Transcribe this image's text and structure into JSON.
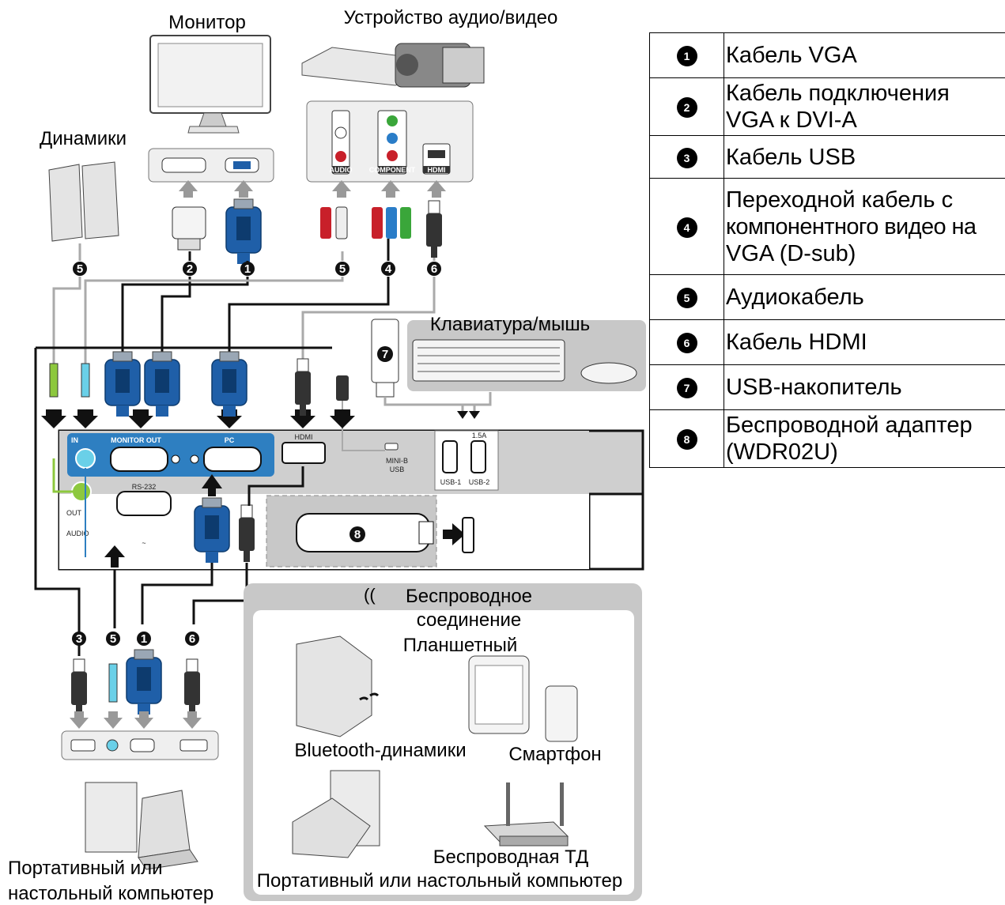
{
  "devices": {
    "monitor": "Монитор",
    "av_device": "Устройство аудио/видео",
    "speakers": "Динамики",
    "keyboard_mouse": "Клавиатура/мышь",
    "laptop_desktop_line1": "Портативный или",
    "laptop_desktop_line2": "настольный компьютер"
  },
  "projector_ports": {
    "in": "IN",
    "monitor_out": "MONITOR OUT",
    "pc": "PC",
    "hdmi": "HDMI",
    "rs232": "RS-232",
    "out": "OUT",
    "audio": "AUDIO",
    "mini_b_usb_1": "MINI-B",
    "mini_b_usb_2": "USB",
    "usb1": "USB-1",
    "usb2": "USB-2",
    "power_rating": "1.5A",
    "tilde": "~"
  },
  "av_ports": {
    "audio": "AUDIO",
    "component": "COMPONENT",
    "hdmi": "HDMI"
  },
  "cable_numbers": {
    "speakers": "5",
    "dvi": "2",
    "vga_monitor": "1",
    "av_audio": "5",
    "component": "4",
    "av_hdmi": "6",
    "usb_stick": "7",
    "wireless_adapter": "8",
    "pc_usb": "3",
    "pc_audio": "5",
    "pc_vga": "1",
    "pc_hdmi": "6"
  },
  "wireless": {
    "title_line1": "Беспроводное",
    "title_line2": "соединение",
    "tablet": "Планшетный",
    "bt_speakers": "Bluetooth-динамики",
    "smartphone": "Смартфон",
    "access_point": "Беспроводная ТД",
    "laptop_desktop": "Портативный или настольный компьютер"
  },
  "legend": [
    {
      "num": "1",
      "lines": [
        "Кабель VGA"
      ]
    },
    {
      "num": "2",
      "lines": [
        "Кабель подключения",
        "VGA к DVI-A"
      ]
    },
    {
      "num": "3",
      "lines": [
        "Кабель USB"
      ]
    },
    {
      "num": "4",
      "lines": [
        "Переходной кабель с",
        "компонентного видео на",
        "VGA (D-sub)"
      ]
    },
    {
      "num": "5",
      "lines": [
        "Аудиокабель"
      ]
    },
    {
      "num": "6",
      "lines": [
        "Кабель HDMI"
      ]
    },
    {
      "num": "7",
      "lines": [
        "USB-накопитель"
      ]
    },
    {
      "num": "8",
      "lines": [
        "Беспроводной адаптер",
        "(WDR02U)"
      ]
    }
  ],
  "colors": {
    "port_panel_blue": "#2e7fc1",
    "vga_blue": "#1f5fa8",
    "panel_gray": "#c8c8c8",
    "cable_black": "#111111",
    "cable_gray": "#999999"
  }
}
